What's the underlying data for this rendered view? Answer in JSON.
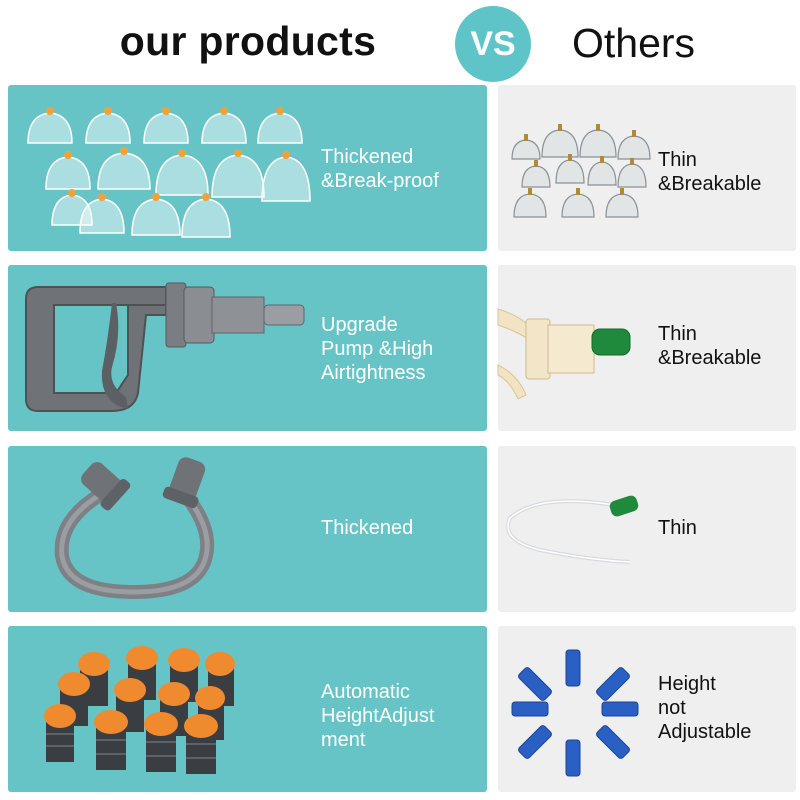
{
  "header": {
    "left_title": "our products",
    "vs_label": "VS",
    "right_title": "Others"
  },
  "colors": {
    "teal_panel": "#66c4c7",
    "vs_circle": "#5ec4c7",
    "grey_panel": "#efefef",
    "spring_cap": "#f08a2e",
    "magnet": "#2a5fc4",
    "nozzle": "#1f8a3c"
  },
  "rows": [
    {
      "ours": {
        "lines": [
          "Thickened",
          "&Break-proof"
        ],
        "image": "cups-set-icon"
      },
      "others": {
        "lines": [
          "Thin",
          "&Breakable"
        ],
        "image": "small-cups-set-icon"
      }
    },
    {
      "ours": {
        "lines": [
          "Upgrade",
          "Pump &High",
          "Airtightness"
        ],
        "image": "pump-gun-icon"
      },
      "others": {
        "lines": [
          "Thin",
          "&Breakable"
        ],
        "image": "cheap-pump-icon"
      }
    },
    {
      "ours": {
        "lines": [
          "Thickened"
        ],
        "image": "thick-hose-icon"
      },
      "others": {
        "lines": [
          "Thin"
        ],
        "image": "thin-hose-icon"
      }
    },
    {
      "ours": {
        "lines": [
          "Automatic",
          "HeightAdjust",
          "ment"
        ],
        "image": "spring-magnets-icon"
      },
      "others": {
        "lines": [
          "Height",
          "not",
          "Adjustable"
        ],
        "image": "fixed-magnets-icon"
      }
    }
  ]
}
